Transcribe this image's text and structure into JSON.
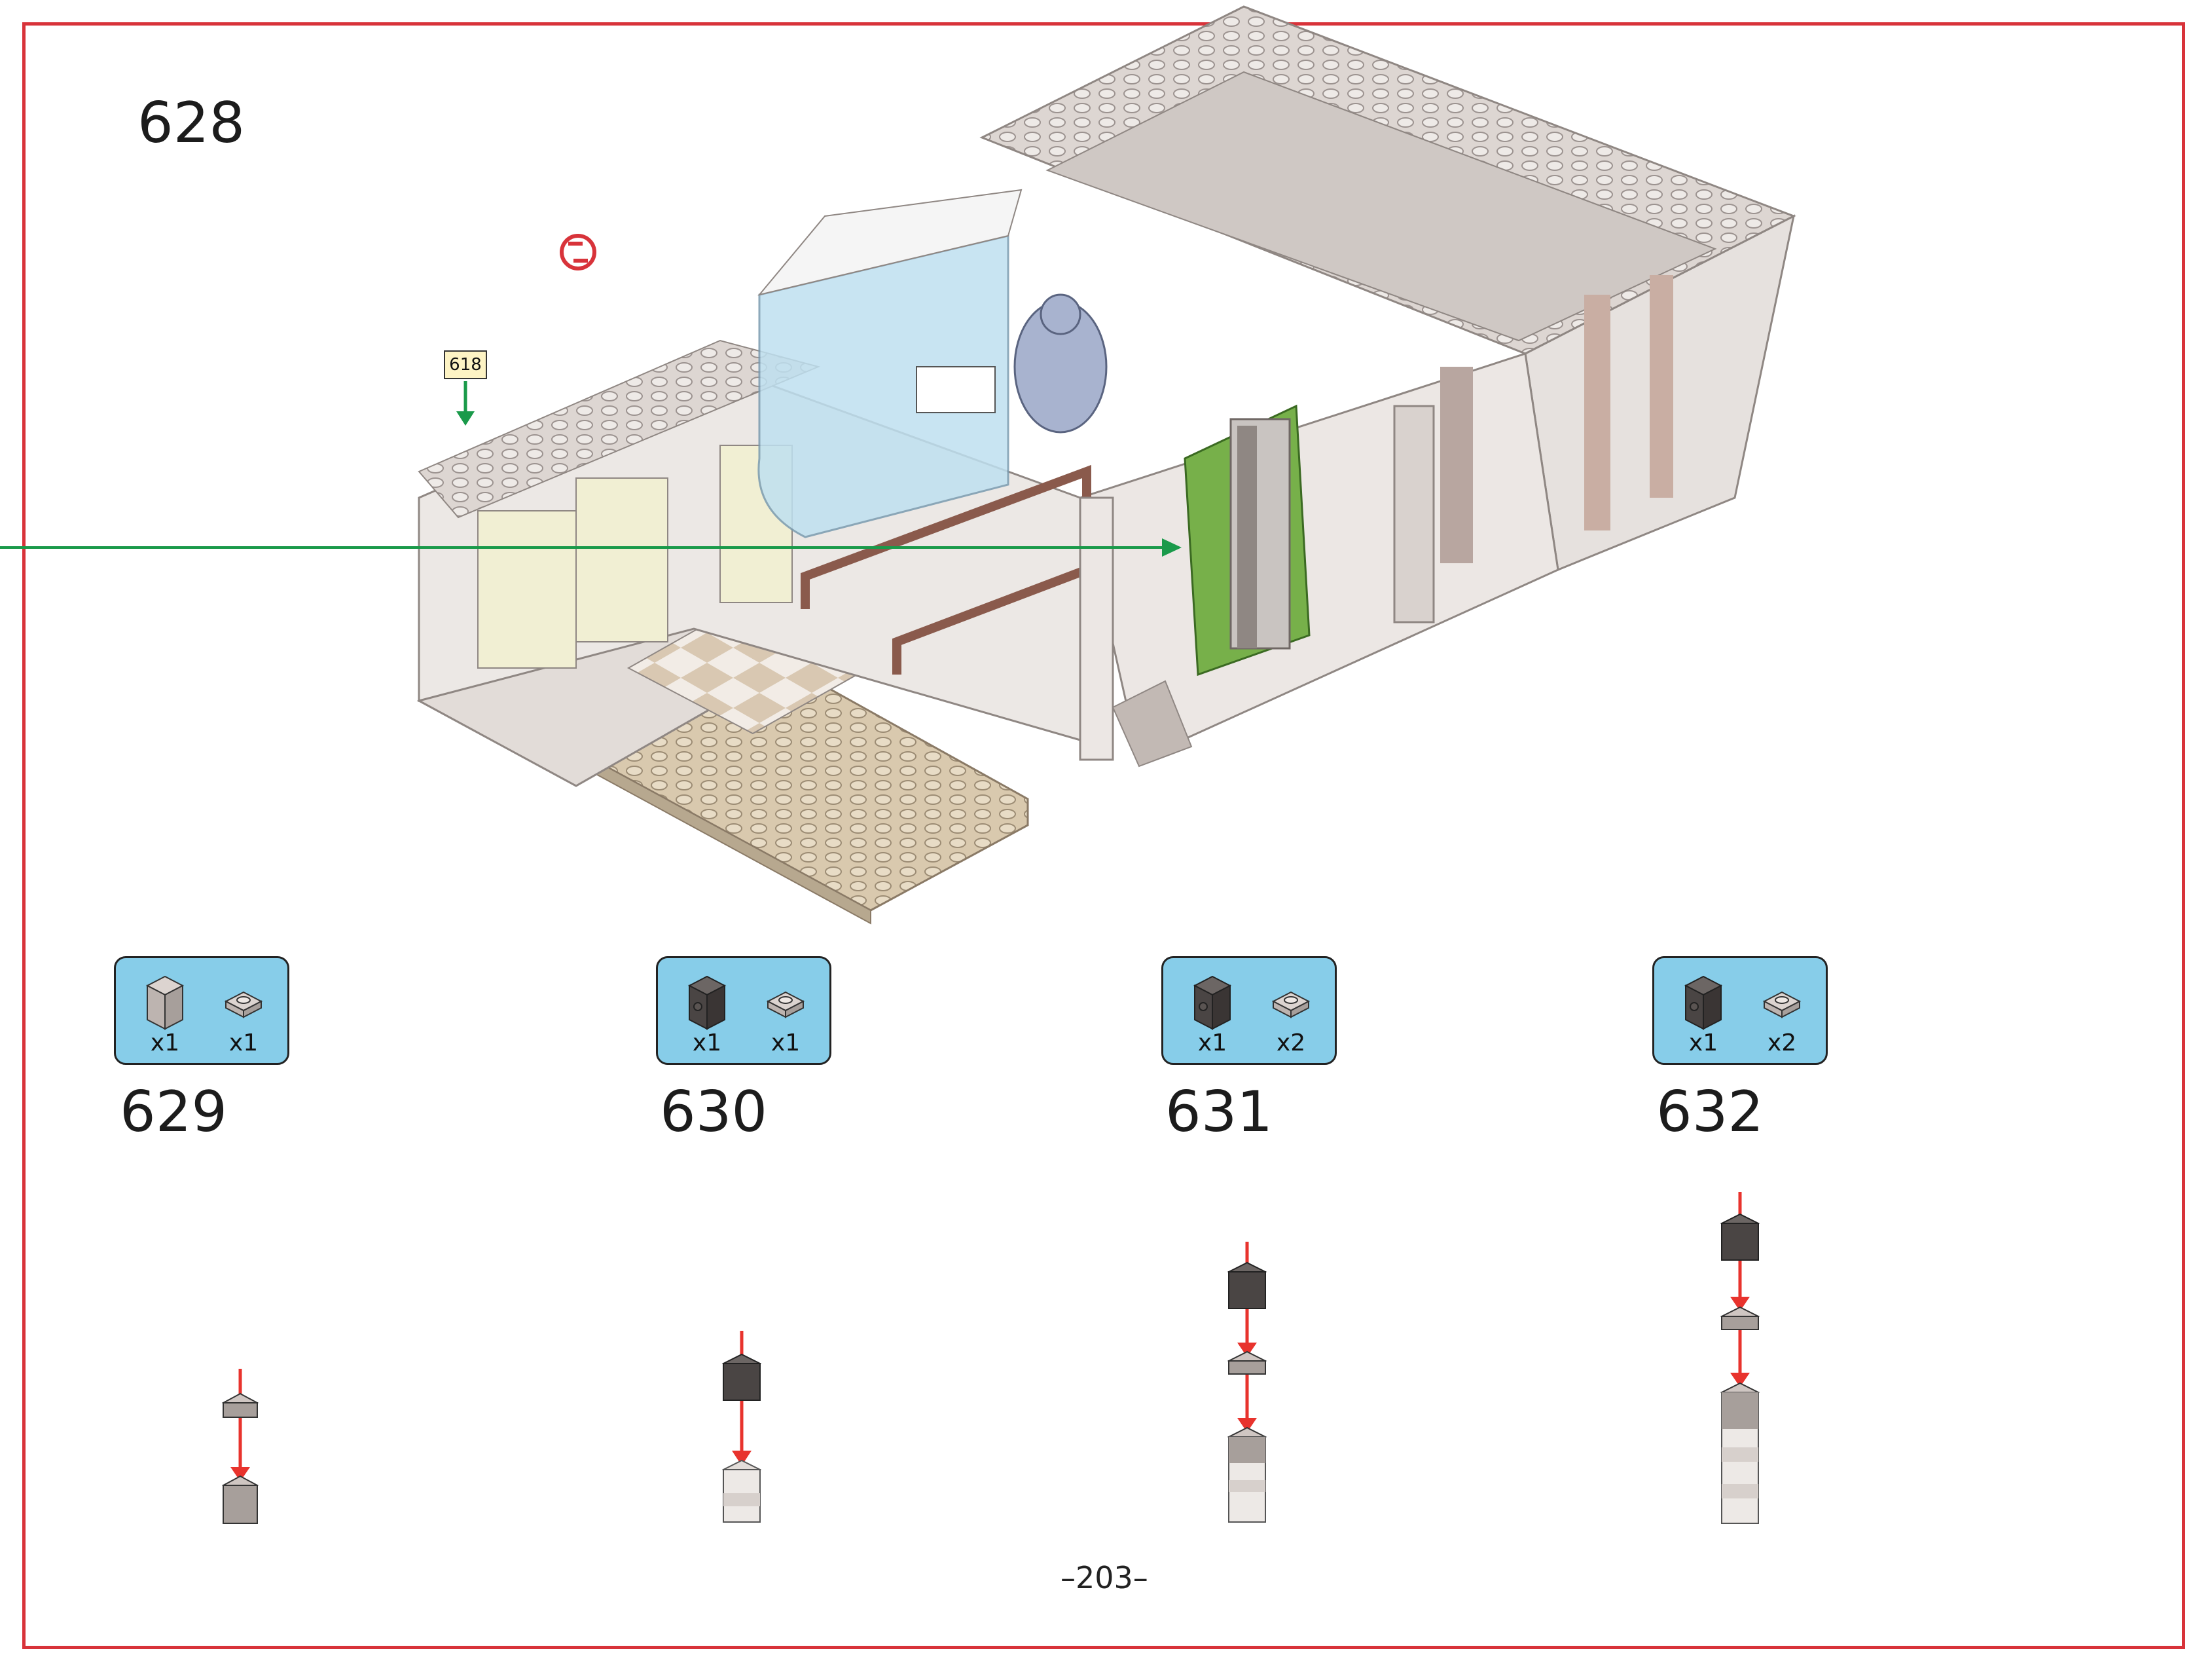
{
  "main_step": {
    "number": "628",
    "callout_ref": "618"
  },
  "steps": [
    {
      "number": "629",
      "parts": [
        {
          "icon": "light-grey-brick-1x1",
          "qty": "x1"
        },
        {
          "icon": "light-grey-plate-1x1",
          "qty": "x1"
        }
      ]
    },
    {
      "number": "630",
      "parts": [
        {
          "icon": "dark-grey-brick-1x1-studs-side",
          "qty": "x1"
        },
        {
          "icon": "light-grey-plate-1x1",
          "qty": "x1"
        }
      ]
    },
    {
      "number": "631",
      "parts": [
        {
          "icon": "dark-grey-brick-1x1-studs-side",
          "qty": "x1"
        },
        {
          "icon": "light-grey-plate-1x1",
          "qty": "x2"
        }
      ]
    },
    {
      "number": "632",
      "parts": [
        {
          "icon": "dark-grey-brick-1x1-studs-side",
          "qty": "x1"
        },
        {
          "icon": "light-grey-plate-1x1",
          "qty": "x2"
        }
      ]
    }
  ],
  "page": {
    "number": "–203–"
  },
  "colors": {
    "frame": "#d8333a",
    "parts_box": "#87cde9",
    "arrow_red": "#e8332d",
    "arrow_green": "#1a9a4a",
    "callout_bg": "#fdf3c4"
  }
}
